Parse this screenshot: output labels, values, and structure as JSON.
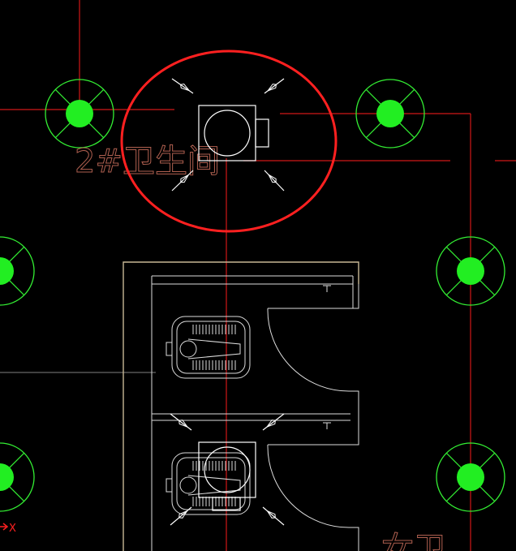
{
  "drawing": {
    "room_label": "2#卫生间",
    "room_label_partial": "女卫",
    "ucs_axis_label": "X"
  },
  "colors": {
    "background": "#000000",
    "grid_line": "#d01818",
    "column_ring": "#33ee33",
    "column_fill": "#22ee22",
    "fixture": "#dcdcdc",
    "wall": "#c8b896",
    "room_text": "#b06050",
    "highlight_ellipse": "#ff2020",
    "ucs": "#ff2020"
  }
}
